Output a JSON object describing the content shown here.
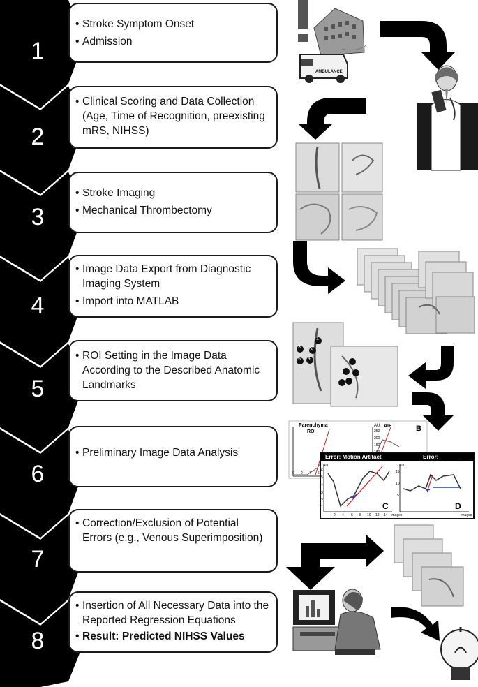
{
  "steps": [
    {
      "number": "1",
      "bullets": [
        "Stroke Symptom Onset",
        "Admission"
      ]
    },
    {
      "number": "2",
      "bullets": [
        "Clinical Scoring and Data Collection (Age, Time of Recognition, preexisting mRS, NIHSS)"
      ]
    },
    {
      "number": "3",
      "bullets": [
        "Stroke Imaging",
        "Mechanical Thrombectomy"
      ]
    },
    {
      "number": "4",
      "bullets": [
        "Image Data Export from Diagnostic Imaging System",
        "Import into MATLAB"
      ]
    },
    {
      "number": "5",
      "bullets": [
        "ROI Setting in the Image Data According to the Described Anatomic Landmarks"
      ]
    },
    {
      "number": "6",
      "bullets": [
        "Preliminary Image Data Analysis"
      ]
    },
    {
      "number": "7",
      "bullets": [
        "Correction/Exclusion of Potential Errors (e.g., Venous Superimposition)"
      ]
    },
    {
      "number": "8",
      "bullets": [
        "Insertion of All Necessary Data into the Reported Regression Equations"
      ],
      "result": "Result: Predicted NIHSS Values"
    }
  ],
  "illustrations": {
    "ambulance_text": "AMBULANCE",
    "roi_markers": [
      "1",
      "2",
      "3",
      "4",
      "5"
    ],
    "chart_parenchyma_title": "Parenchyma",
    "chart_parenchyma_sub": "ROI",
    "chart_aif_title": "AIF",
    "chart_b_label": "B",
    "chart_au": "AU",
    "chart_aif_ticks": [
      "250",
      "200",
      "150",
      "100"
    ],
    "chart_parenchyma_xticks": [
      "0",
      "2",
      "4",
      "6"
    ],
    "error_motion_title": "Error: Motion Artifact",
    "error_super_title": "Error: Superimposed",
    "chart_c_label": "C",
    "chart_d_label": "D",
    "chart_x_unit": "Images",
    "chart_c_xticks": [
      "2",
      "4",
      "6",
      "8",
      "10",
      "12",
      "14"
    ],
    "chart_c_yticks": [
      "6",
      "5",
      "4",
      "3",
      "2",
      "1"
    ],
    "chart_d_yticks": [
      "15",
      "10",
      "5"
    ]
  },
  "colors": {
    "chevron": "#000000",
    "box_border": "#1a1a1a",
    "red_line": "#d62020",
    "blue_line": "#2a3bb5"
  }
}
